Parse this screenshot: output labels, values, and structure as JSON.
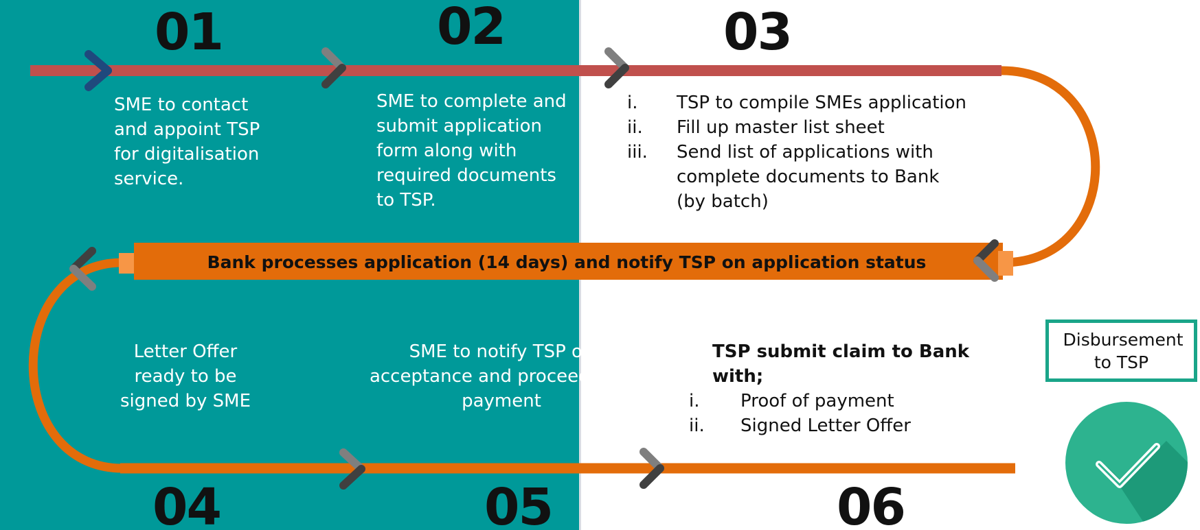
{
  "steps": [
    {
      "number": "01",
      "text": "SME to contact and appoint TSP for digitalisation service."
    },
    {
      "number": "02",
      "text": "SME to complete and submit application form along with required documents to TSP."
    },
    {
      "number": "03",
      "items": [
        {
          "marker": "i.",
          "text": "TSP to compile SMEs application"
        },
        {
          "marker": "ii.",
          "text": "Fill up master list sheet"
        },
        {
          "marker": "iii.",
          "text": "Send list of applications with complete documents to Bank (by batch)"
        }
      ]
    },
    {
      "number": "04",
      "text": "Letter Offer ready to be signed by SME"
    },
    {
      "number": "05",
      "text": "SME to notify TSP on acceptance and proceed with payment"
    },
    {
      "number": "06",
      "heading": "TSP submit claim to Bank with;",
      "items": [
        {
          "marker": "i.",
          "text": "Proof of payment"
        },
        {
          "marker": "ii.",
          "text": "Signed Letter Offer"
        }
      ]
    }
  ],
  "bank_bar": {
    "text": "Bank processes application (14 days) and notify TSP on application status"
  },
  "disbursement": {
    "text": "Disbursement to TSP",
    "icon": "check-circle-icon"
  },
  "colors": {
    "teal_panel": "#009999",
    "top_track": "#c0504d",
    "orange_track": "#e36c0a",
    "bar_end": "#f79646",
    "chevron_dark": "#404040",
    "chevron_gray": "#7f7f7f",
    "chevron_blue": "#1f497d",
    "check_green": "#1aa589"
  }
}
